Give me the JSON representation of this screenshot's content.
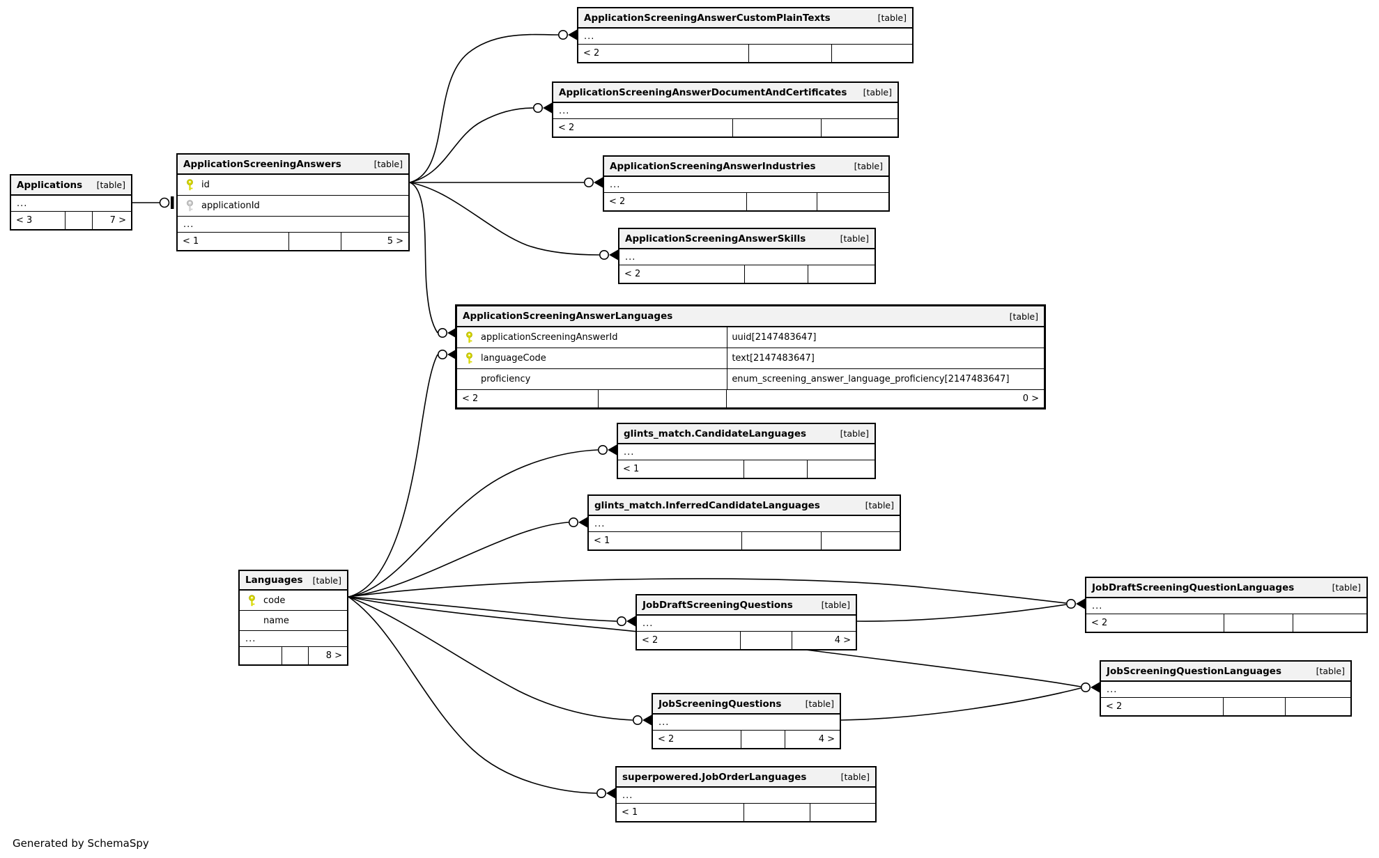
{
  "note": "Generated by SchemaSpy",
  "colors": {
    "pk_key": "#d9d900",
    "pk_key_stroke": "#b0b000",
    "fk_key": "#cfcfcf",
    "fk_key_stroke": "#a0a0a0",
    "header_bg": "#f2f2f2"
  },
  "tables": {
    "applications": {
      "title": "Applications",
      "tag": "[table]",
      "rows": [
        {
          "label": "..."
        }
      ],
      "footer": [
        "< 3",
        "",
        "7 >"
      ]
    },
    "asa": {
      "title": "ApplicationScreeningAnswers",
      "tag": "[table]",
      "rows": [
        {
          "label": "id"
        },
        {
          "label": "applicationId"
        },
        {
          "label": "..."
        }
      ],
      "footer": [
        "< 1",
        "",
        "5 >"
      ]
    },
    "cpt": {
      "title": "ApplicationScreeningAnswerCustomPlainTexts",
      "tag": "[table]",
      "rows": [
        {
          "label": "..."
        }
      ],
      "footer": [
        "< 2",
        "",
        ""
      ]
    },
    "dac": {
      "title": "ApplicationScreeningAnswerDocumentAndCertificates",
      "tag": "[table]",
      "rows": [
        {
          "label": "..."
        }
      ],
      "footer": [
        "< 2",
        "",
        ""
      ]
    },
    "ind": {
      "title": "ApplicationScreeningAnswerIndustries",
      "tag": "[table]",
      "rows": [
        {
          "label": "..."
        }
      ],
      "footer": [
        "< 2",
        "",
        ""
      ]
    },
    "skl": {
      "title": "ApplicationScreeningAnswerSkills",
      "tag": "[table]",
      "rows": [
        {
          "label": "..."
        }
      ],
      "footer": [
        "< 2",
        "",
        ""
      ]
    },
    "asal": {
      "title": "ApplicationScreeningAnswerLanguages",
      "tag": "[table]",
      "rows": [
        {
          "label": "applicationScreeningAnswerId",
          "type": "uuid[2147483647]"
        },
        {
          "label": "languageCode",
          "type": "text[2147483647]"
        },
        {
          "label": "proficiency",
          "type": "enum_screening_answer_language_proficiency[2147483647]"
        }
      ],
      "footer": [
        "< 2",
        "",
        "0 >"
      ]
    },
    "cl": {
      "title": "glints_match.CandidateLanguages",
      "tag": "[table]",
      "rows": [
        {
          "label": "..."
        }
      ],
      "footer": [
        "< 1",
        "",
        ""
      ]
    },
    "icl": {
      "title": "glints_match.InferredCandidateLanguages",
      "tag": "[table]",
      "rows": [
        {
          "label": "..."
        }
      ],
      "footer": [
        "< 1",
        "",
        ""
      ]
    },
    "lang": {
      "title": "Languages",
      "tag": "[table]",
      "rows": [
        {
          "label": "code"
        },
        {
          "label": "name"
        },
        {
          "label": "..."
        }
      ],
      "footer": [
        "",
        "",
        "8 >"
      ]
    },
    "jdsq": {
      "title": "JobDraftScreeningQuestions",
      "tag": "[table]",
      "rows": [
        {
          "label": "..."
        }
      ],
      "footer": [
        "< 2",
        "",
        "4 >"
      ]
    },
    "jdsql": {
      "title": "JobDraftScreeningQuestionLanguages",
      "tag": "[table]",
      "rows": [
        {
          "label": "..."
        }
      ],
      "footer": [
        "< 2",
        "",
        ""
      ]
    },
    "jsq": {
      "title": "JobScreeningQuestions",
      "tag": "[table]",
      "rows": [
        {
          "label": "..."
        }
      ],
      "footer": [
        "< 2",
        "",
        "4 >"
      ]
    },
    "jsql": {
      "title": "JobScreeningQuestionLanguages",
      "tag": "[table]",
      "rows": [
        {
          "label": "..."
        }
      ],
      "footer": [
        "< 2",
        "",
        ""
      ]
    },
    "jol": {
      "title": "superpowered.JobOrderLanguages",
      "tag": "[table]",
      "rows": [
        {
          "label": "..."
        }
      ],
      "footer": [
        "< 1",
        "",
        ""
      ]
    }
  }
}
